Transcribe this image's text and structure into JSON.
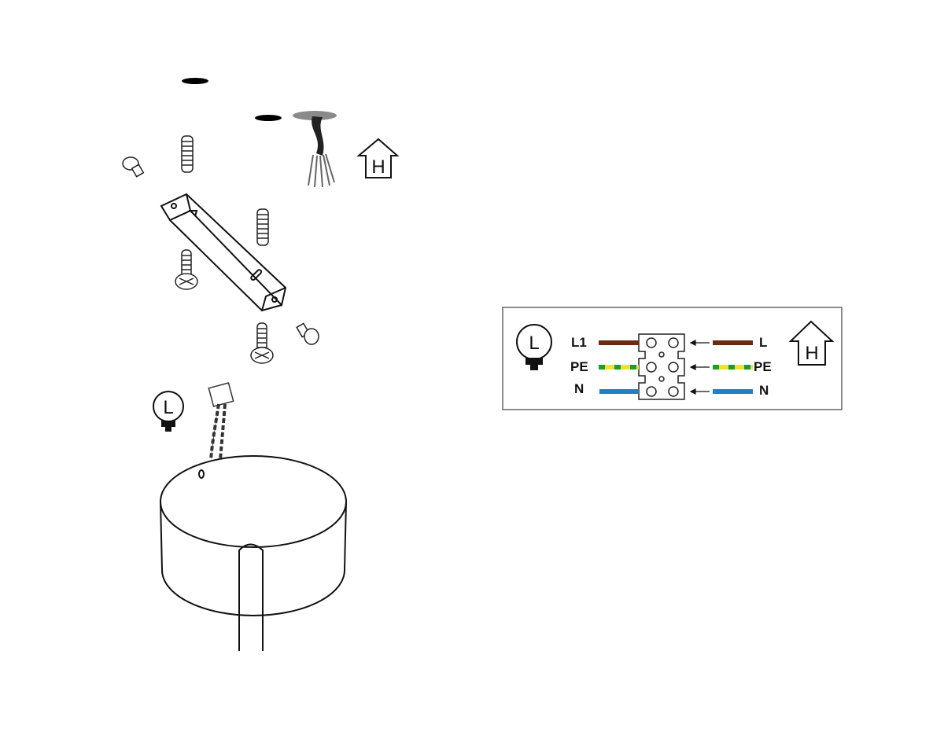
{
  "assembly": {
    "house_icon_letter": "H",
    "lamp_icon_letter": "L"
  },
  "wiring": {
    "lamp_icon_letter": "L",
    "house_icon_letter": "H",
    "rows": [
      {
        "lamp_label": "L1",
        "house_label": "L",
        "color": "#6b2a12",
        "striped": false
      },
      {
        "lamp_label": "PE",
        "house_label": "PE",
        "color": "#e8e52a",
        "stripe_color": "#1f9a2e",
        "striped": true
      },
      {
        "lamp_label": "N",
        "house_label": "N",
        "color": "#1f7fc8",
        "striped": false
      }
    ]
  }
}
